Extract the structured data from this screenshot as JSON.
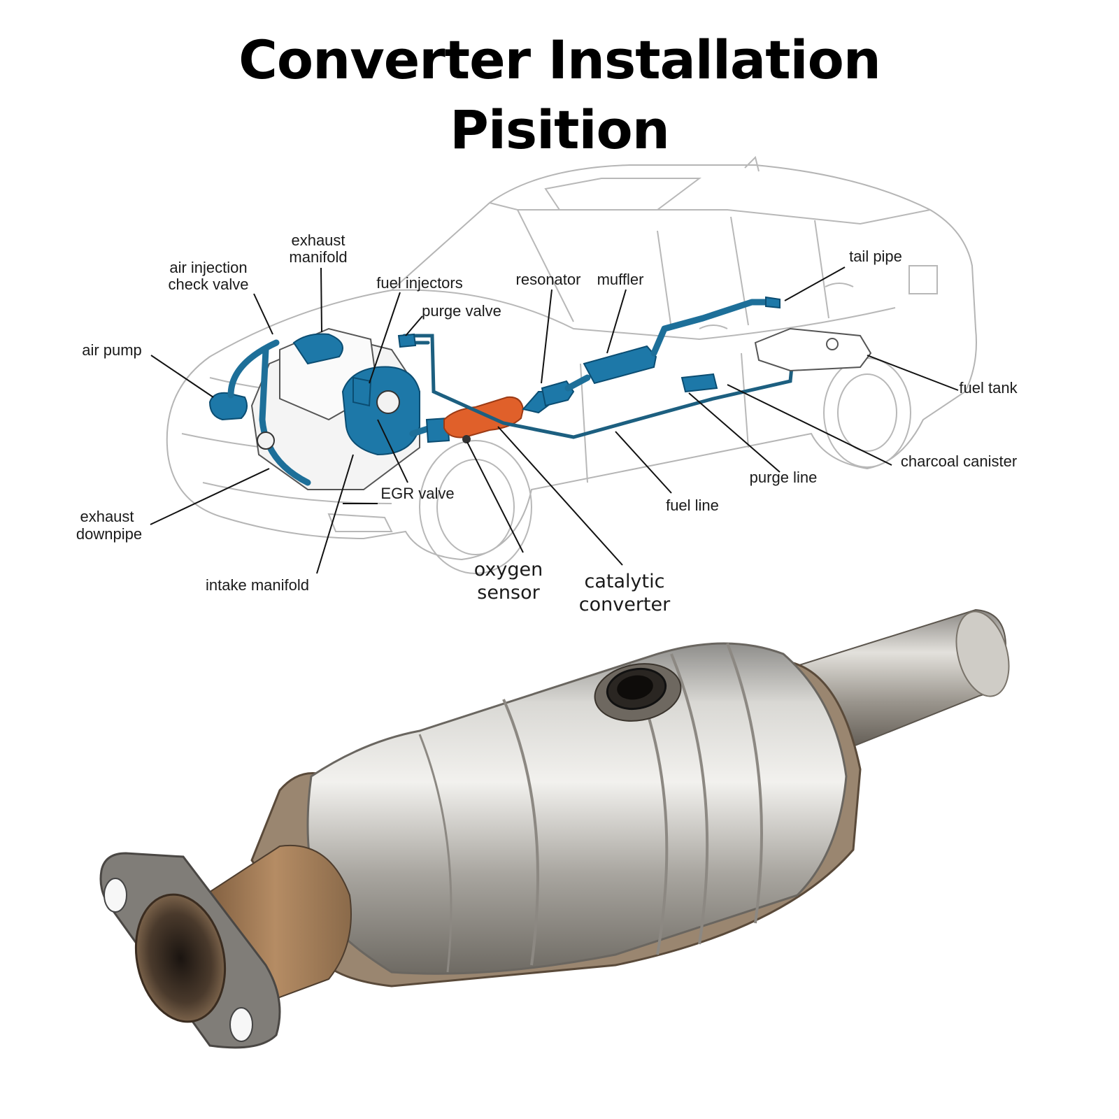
{
  "title": {
    "line1": "Converter Installation",
    "line2": "Pisition"
  },
  "labels": {
    "exhaust_manifold": [
      "exhaust",
      "manifold"
    ],
    "air_injection_check_valve": [
      "air injection",
      "check valve"
    ],
    "fuel_injectors": "fuel injectors",
    "purge_valve": "purge valve",
    "resonator": "resonator",
    "muffler": "muffler",
    "tail_pipe": "tail pipe",
    "air_pump": "air pump",
    "fuel_tank": "fuel tank",
    "charcoal_canister": "charcoal canister",
    "purge_line": "purge line",
    "fuel_line": "fuel line",
    "egr_valve": "EGR valve",
    "exhaust_downpipe": [
      "exhaust",
      "downpipe"
    ],
    "intake_manifold": "intake manifold",
    "oxygen_sensor": [
      "oxygen",
      "sensor"
    ],
    "catalytic_converter": [
      "catalytic",
      "converter"
    ]
  },
  "colors": {
    "component_blue": "#1d78a8",
    "converter_orange": "#e0602a",
    "steel": "#b9b6b1"
  }
}
